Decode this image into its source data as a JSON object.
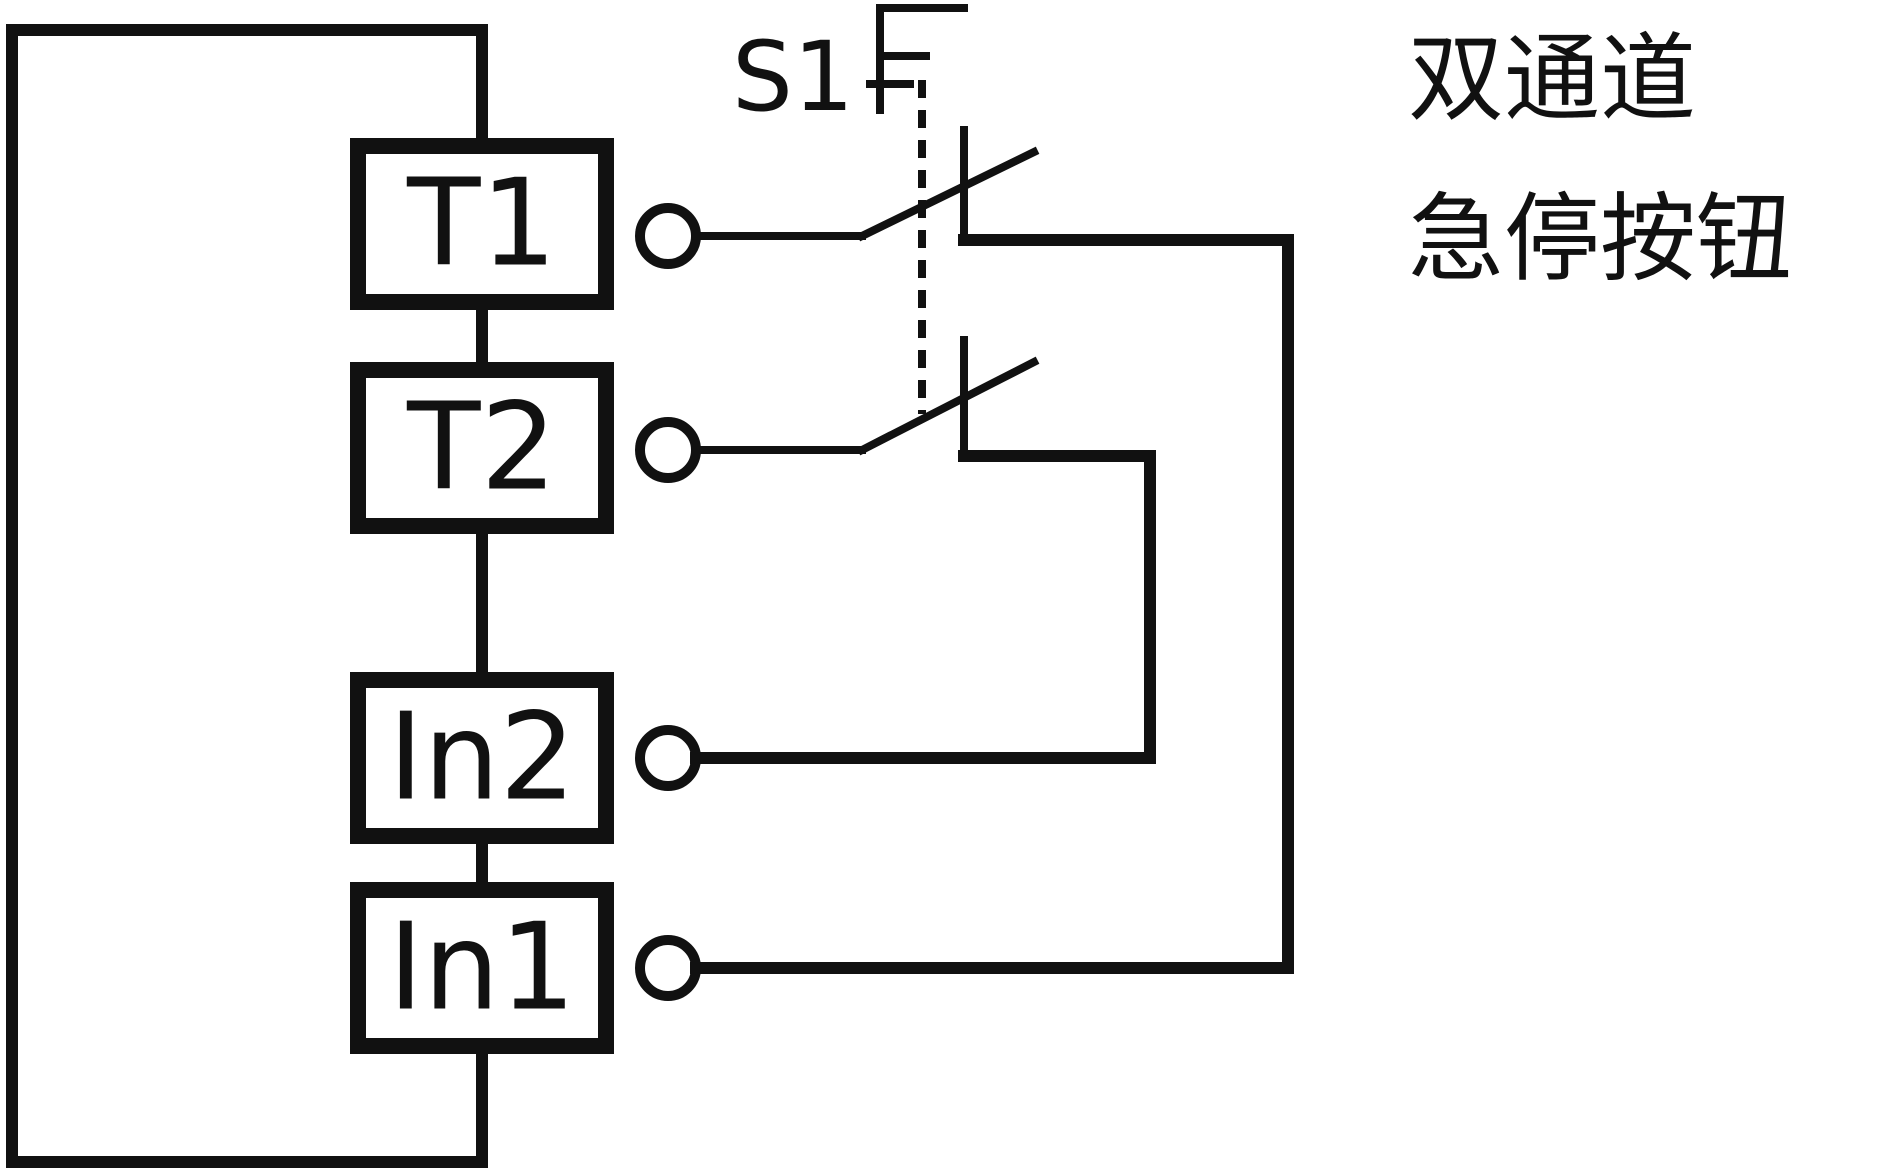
{
  "diagram": {
    "title_line1": "双通道",
    "title_line2": "急停按钮",
    "switch_label": "S1",
    "blocks": {
      "t1": "T1",
      "t2": "T2",
      "in2": "In2",
      "in1": "In1"
    }
  }
}
